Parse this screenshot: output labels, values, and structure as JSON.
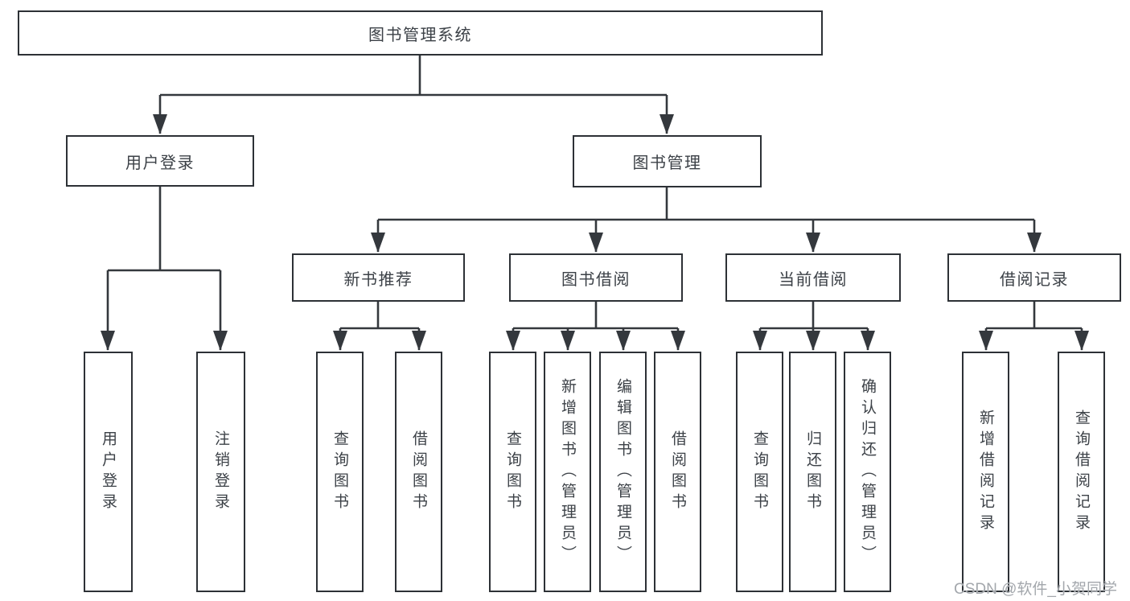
{
  "title": "图书管理系统",
  "nodes": {
    "root": {
      "label": "图书管理系统"
    },
    "level2": {
      "user_login": {
        "label": "用户登录"
      },
      "book_management": {
        "label": "图书管理"
      }
    },
    "level3": {
      "new_books": {
        "label": "新书推荐"
      },
      "book_borrowing": {
        "label": "图书借阅"
      },
      "current_borrowing": {
        "label": "当前借阅"
      },
      "borrowing_records": {
        "label": "借阅记录"
      }
    },
    "leaves": {
      "user_login": {
        "label": "用户登录"
      },
      "logout": {
        "label": "注销登录"
      },
      "nb_query_book": {
        "label": "查询图书"
      },
      "nb_borrow_book": {
        "label": "借阅图书"
      },
      "bb_query_book": {
        "label": "查询图书"
      },
      "bb_add_book_admin": {
        "label": "新增图书（管理员）"
      },
      "bb_edit_book_admin": {
        "label": "编辑图书（管理员）"
      },
      "bb_borrow_book": {
        "label": "借阅图书"
      },
      "cb_query_book": {
        "label": "查询图书"
      },
      "cb_return_book": {
        "label": "归还图书"
      },
      "cb_confirm_return_admin": {
        "label": "确认归还（管理员）"
      },
      "rec_add_record": {
        "label": "新增借阅记录"
      },
      "rec_query_record": {
        "label": "查询借阅记录"
      }
    }
  },
  "watermark": {
    "text": "CSDN @软件_小贺同学"
  },
  "colors": {
    "line": "#34383d",
    "box_border": "#2d3136",
    "text": "#3c4147",
    "watermark": "#a3a7ac",
    "background": "#ffffff"
  }
}
